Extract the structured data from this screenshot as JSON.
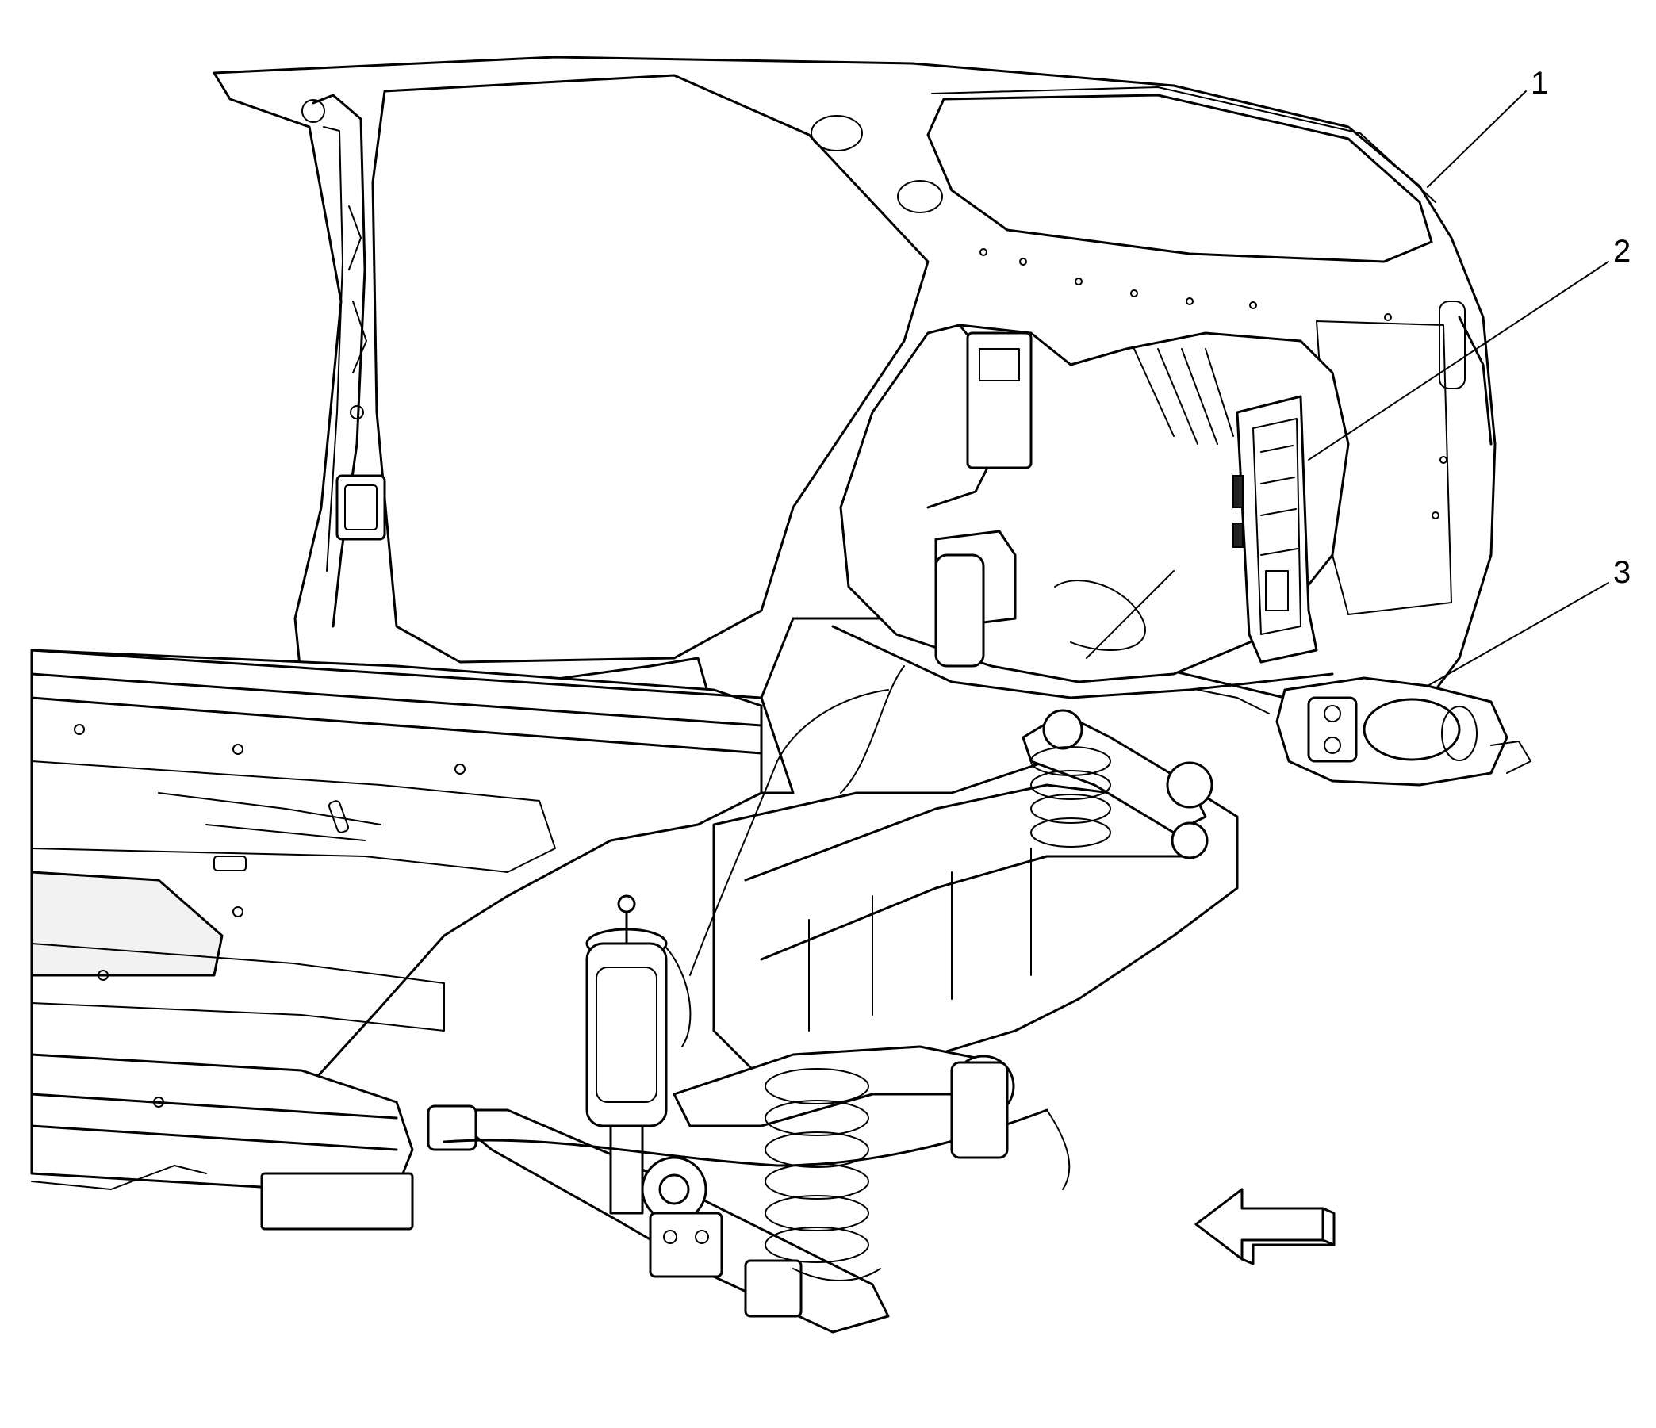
{
  "callouts": [
    {
      "id": "1",
      "label": "1",
      "part": "body-side-panel"
    },
    {
      "id": "2",
      "label": "2",
      "part": "suspension-control-module"
    },
    {
      "id": "3",
      "label": "3",
      "part": "air-compressor"
    }
  ],
  "direction_arrow": {
    "icon": "front-direction-arrow-icon",
    "points": "left"
  },
  "colors": {
    "line": "#000000",
    "background": "#ffffff"
  }
}
